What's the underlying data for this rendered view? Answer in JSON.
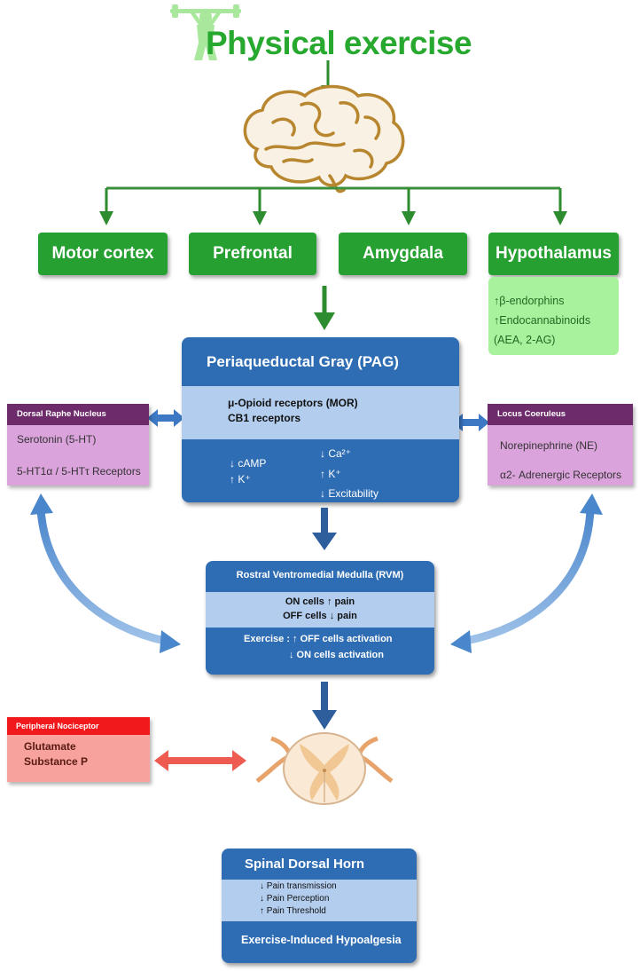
{
  "title": "Physical exercise",
  "regions": [
    "Motor cortex",
    "Prefrontal",
    "Amygdala",
    "Hypothalamus"
  ],
  "hypothalamus_notes": [
    "↑β-endorphins",
    "↑Endocannabinoids  (AEA, 2-AG)"
  ],
  "pag": {
    "title": "Periaqueductal Gray (PAG)",
    "receptors": [
      "μ-Opioid receptors (MOR)",
      "CB1 receptors"
    ],
    "effects_left": [
      "↓ cAMP",
      "↑ K⁺"
    ],
    "effects_right": [
      "↓ Ca²⁺",
      "↑ K⁺",
      "↓ Excitability"
    ]
  },
  "dorsal_raphe": {
    "header": "Dorsal Raphe Nucleus",
    "line1": "Serotonin (5-HT)",
    "line2": "5-HT1α / 5-HTτ Receptors"
  },
  "locus_coeruleus": {
    "header": "Locus Coeruleus",
    "line1": "Norepinephrine (NE)",
    "line2": "α2- Adrenergic Receptors"
  },
  "rvm": {
    "title": "Rostral Ventromedial Medulla (RVM)",
    "on_cells": "ON cells ↑  pain",
    "off_cells": "OFF cells ↓  pain",
    "exercise_1": "Exercise : ↑  OFF  cells activation",
    "exercise_2": "↓ ON cells activation"
  },
  "nociceptor": {
    "header": "Peripheral Nociceptor",
    "lines": [
      "Glutamate",
      "Substance P"
    ]
  },
  "dorsal_horn": {
    "title": "Spinal Dorsal Horn",
    "effects": [
      "↓ Pain transmission",
      "↓ Pain Perception",
      "↑ Pain Threshold"
    ],
    "footer": "Exercise-Induced Hypoalgesia"
  },
  "colors": {
    "green": "#27a032",
    "light_green": "#a9f29d",
    "blue": "#2e6db4",
    "light_blue": "#b2cdee",
    "purple": "#6e2b6c",
    "pink": "#dba3dc",
    "red": "#f1191b",
    "salmon": "#f7a29c"
  },
  "icons": [
    "weightlifter-icon",
    "brain-icon",
    "spinal-cord-icon"
  ]
}
